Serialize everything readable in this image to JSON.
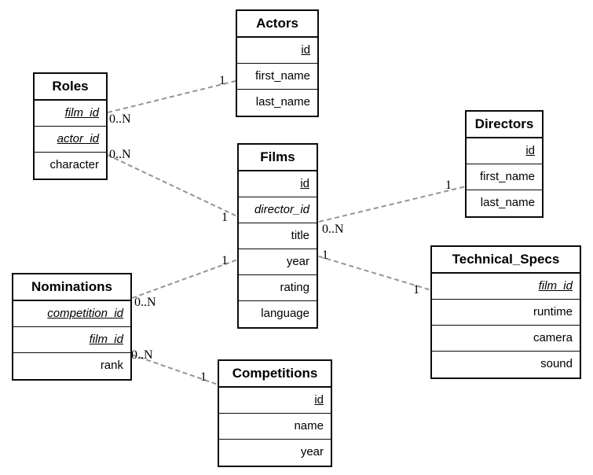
{
  "tables": [
    {
      "key": "actors",
      "title": "Actors",
      "columns": [
        {
          "text": "id",
          "pk": true,
          "fk": false
        },
        {
          "text": "first_name",
          "pk": false,
          "fk": false
        },
        {
          "text": "last_name",
          "pk": false,
          "fk": false
        }
      ]
    },
    {
      "key": "roles",
      "title": "Roles",
      "columns": [
        {
          "text": "film_id",
          "pk": true,
          "fk": true
        },
        {
          "text": "actor_id",
          "pk": true,
          "fk": true
        },
        {
          "text": "character",
          "pk": false,
          "fk": false
        }
      ]
    },
    {
      "key": "films",
      "title": "Films",
      "columns": [
        {
          "text": "id",
          "pk": true,
          "fk": false
        },
        {
          "text": "director_id",
          "pk": false,
          "fk": true
        },
        {
          "text": "title",
          "pk": false,
          "fk": false
        },
        {
          "text": "year",
          "pk": false,
          "fk": false
        },
        {
          "text": "rating",
          "pk": false,
          "fk": false
        },
        {
          "text": "language",
          "pk": false,
          "fk": false
        }
      ]
    },
    {
      "key": "directors",
      "title": "Directors",
      "columns": [
        {
          "text": "id",
          "pk": true,
          "fk": false
        },
        {
          "text": "first_name",
          "pk": false,
          "fk": false
        },
        {
          "text": "last_name",
          "pk": false,
          "fk": false
        }
      ]
    },
    {
      "key": "technical_specs",
      "title": "Technical_Specs",
      "columns": [
        {
          "text": "film_id",
          "pk": true,
          "fk": true
        },
        {
          "text": "runtime",
          "pk": false,
          "fk": false
        },
        {
          "text": "camera",
          "pk": false,
          "fk": false
        },
        {
          "text": "sound",
          "pk": false,
          "fk": false
        }
      ]
    },
    {
      "key": "nominations",
      "title": "Nominations",
      "columns": [
        {
          "text": "competition_id",
          "pk": true,
          "fk": true
        },
        {
          "text": "film_id",
          "pk": true,
          "fk": true
        },
        {
          "text": "rank",
          "pk": false,
          "fk": false
        }
      ]
    },
    {
      "key": "competitions",
      "title": "Competitions",
      "columns": [
        {
          "text": "id",
          "pk": true,
          "fk": false
        },
        {
          "text": "name",
          "pk": false,
          "fk": false
        },
        {
          "text": "year",
          "pk": false,
          "fk": false
        }
      ]
    }
  ],
  "connections": [
    {
      "from": "Roles",
      "to": "Actors",
      "from_card": "0..N",
      "to_card": "1"
    },
    {
      "from": "Roles",
      "to": "Films",
      "from_card": "0..N",
      "to_card": "1"
    },
    {
      "from": "Films",
      "to": "Directors",
      "from_card": "0..N",
      "to_card": "1"
    },
    {
      "from": "Films",
      "to": "Technical_Specs",
      "from_card": "1",
      "to_card": "1"
    },
    {
      "from": "Nominations",
      "to": "Films",
      "from_card": "0..N",
      "to_card": "1"
    },
    {
      "from": "Nominations",
      "to": "Competitions",
      "from_card": "0..N",
      "to_card": "1"
    }
  ],
  "colors": {
    "background": "#ffffff",
    "table_border": "#0a0a0a",
    "text": "#000000",
    "relationship_line": "#949494"
  }
}
